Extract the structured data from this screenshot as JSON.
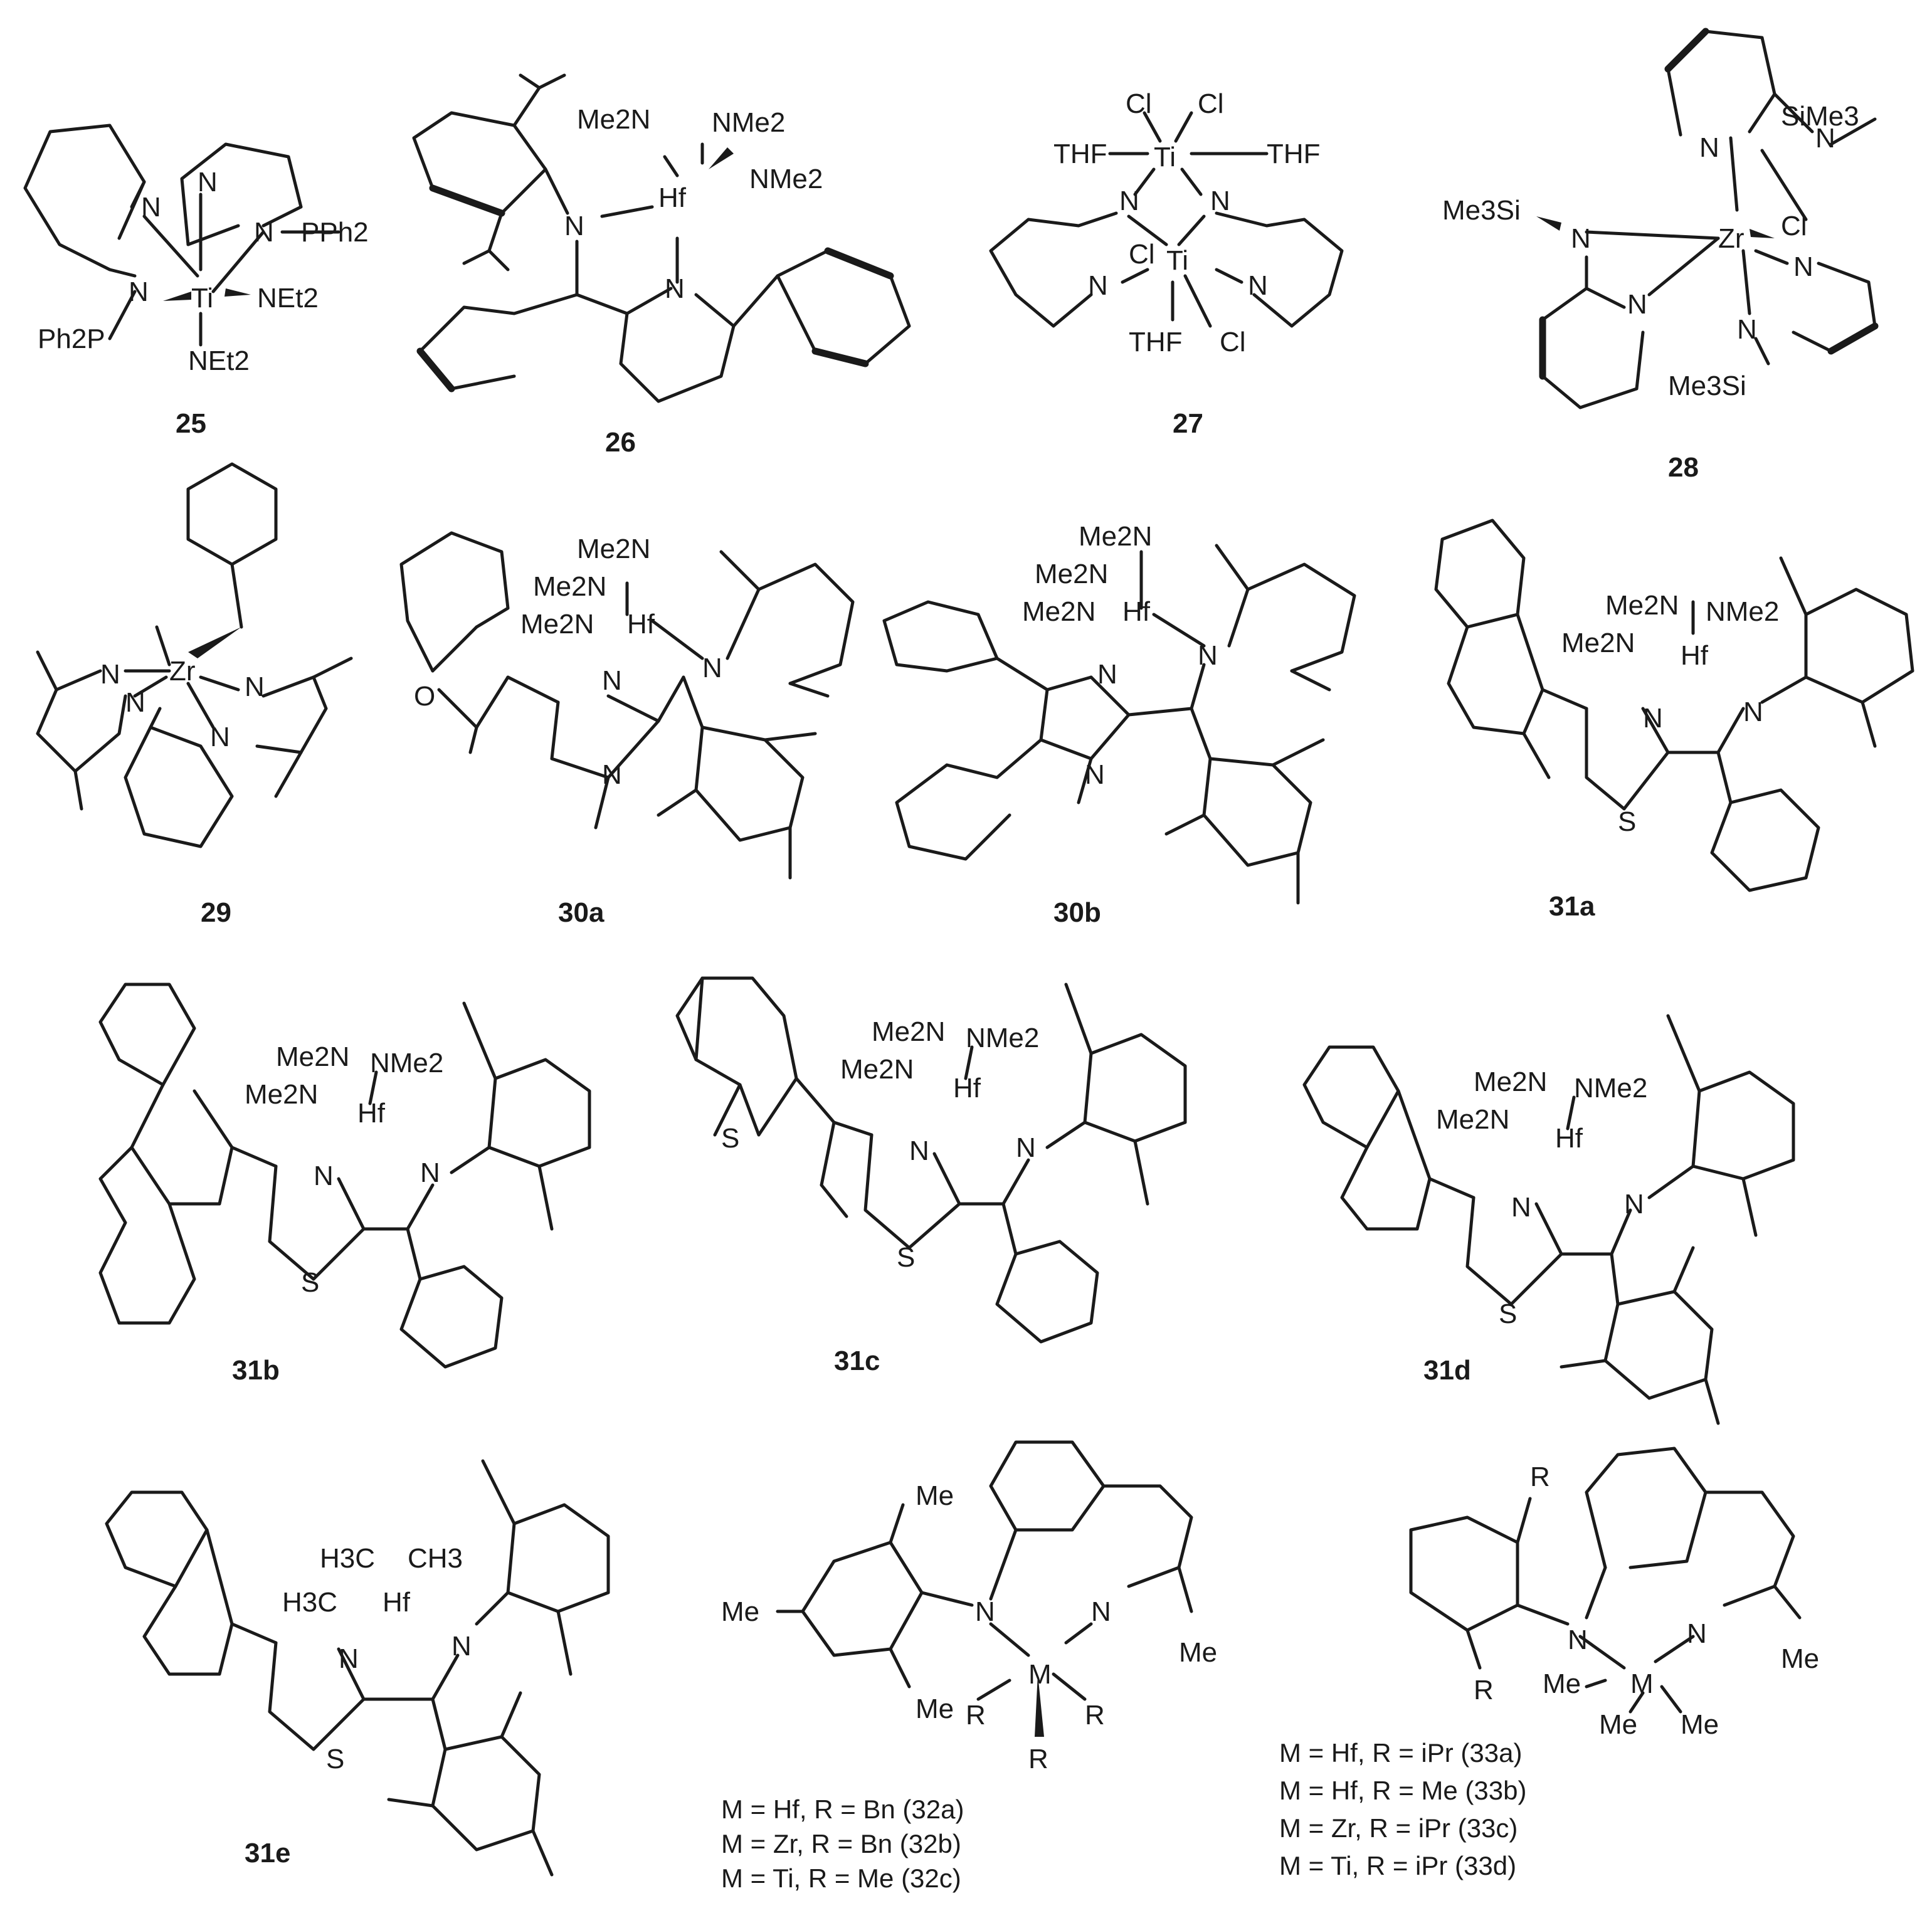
{
  "compounds": {
    "c25": {
      "id": "25",
      "atoms": {
        "n1": "N",
        "n2": "N",
        "n3": "N",
        "n4": "N",
        "ti": "Ti",
        "pph2a": "PPh2",
        "pph2b": "Ph2P",
        "net1": "NEt2",
        "net2": "NEt2"
      }
    },
    "c26": {
      "id": "26",
      "atoms": {
        "me2n": "Me2N",
        "nme2a": "NMe2",
        "nme2b": "NMe2",
        "hf": "Hf",
        "n1": "N",
        "n2": "N"
      }
    },
    "c27": {
      "id": "27",
      "atoms": {
        "cl1": "Cl",
        "cl2": "Cl",
        "cl3": "Cl",
        "cl4": "Cl",
        "thf1": "THF",
        "thf2": "THF",
        "thf3": "THF",
        "ti1": "Ti",
        "ti2": "Ti",
        "n1": "N",
        "n2": "N",
        "n3": "N",
        "n4": "N"
      }
    },
    "c28": {
      "id": "28",
      "atoms": {
        "sime3a": "SiMe3",
        "sime3b": "Me3Si",
        "sime3c": "Me3Si",
        "zr": "Zr",
        "cl": "Cl",
        "n1": "N",
        "n2": "N",
        "n3": "N",
        "n4": "N",
        "n5": "N",
        "n6": "N"
      }
    },
    "c29": {
      "id": "29",
      "atoms": {
        "zr": "Zr",
        "n1": "N",
        "n2": "N",
        "n3": "N",
        "n4": "N"
      }
    },
    "c30a": {
      "id": "30a",
      "atoms": {
        "me2n1": "Me2N",
        "me2n2": "Me2N",
        "me2n3": "Me2N",
        "hf": "Hf",
        "n1": "N",
        "n2": "N",
        "n3": "N",
        "o": "O"
      }
    },
    "c30b": {
      "id": "30b",
      "atoms": {
        "me2n1": "Me2N",
        "me2n2": "Me2N",
        "me2n3": "Me2N",
        "hf": "Hf",
        "n1": "N",
        "n2": "N",
        "n3": "N"
      }
    },
    "c31a": {
      "id": "31a",
      "atoms": {
        "me2n1": "Me2N",
        "me2n2": "Me2N",
        "nme2": "NMe2",
        "hf": "Hf",
        "n1": "N",
        "n2": "N",
        "s": "S"
      }
    },
    "c31b": {
      "id": "31b",
      "atoms": {
        "me2n1": "Me2N",
        "me2n2": "Me2N",
        "nme2": "NMe2",
        "hf": "Hf",
        "n1": "N",
        "n2": "N",
        "s": "S"
      }
    },
    "c31c": {
      "id": "31c",
      "atoms": {
        "me2n1": "Me2N",
        "me2n2": "Me2N",
        "nme2": "NMe2",
        "hf": "Hf",
        "n1": "N",
        "n2": "N",
        "s1": "S",
        "s2": "S"
      }
    },
    "c31d": {
      "id": "31d",
      "atoms": {
        "me2n1": "Me2N",
        "me2n2": "Me2N",
        "nme2": "NMe2",
        "hf": "Hf",
        "n1": "N",
        "n2": "N",
        "s": "S"
      }
    },
    "c31e": {
      "id": "31e",
      "atoms": {
        "h3c1": "H3C",
        "ch3": "CH3",
        "h3c2": "H3C",
        "hf": "Hf",
        "n1": "N",
        "n2": "N",
        "s": "S"
      }
    },
    "c32": {
      "atoms": {
        "me1": "Me",
        "me2": "Me",
        "me3": "Me",
        "me4": "Me",
        "n1": "N",
        "n2": "N",
        "m": "M",
        "r1": "R",
        "r2": "R",
        "r3": "R"
      },
      "legend": [
        "M = Hf, R = Bn (32a)",
        "M = Zr, R = Bn (32b)",
        "M = Ti, R = Me (32c)"
      ]
    },
    "c33": {
      "atoms": {
        "r1": "R",
        "r2": "R",
        "n1": "N",
        "n2": "N",
        "m": "M",
        "me1": "Me",
        "me2": "Me",
        "me3": "Me",
        "me4": "Me"
      },
      "legend": [
        "M = Hf, R = iPr (33a)",
        "M = Hf, R = Me (33b)",
        "M = Zr, R = iPr (33c)",
        "M = Ti, R = iPr (33d)"
      ]
    }
  }
}
